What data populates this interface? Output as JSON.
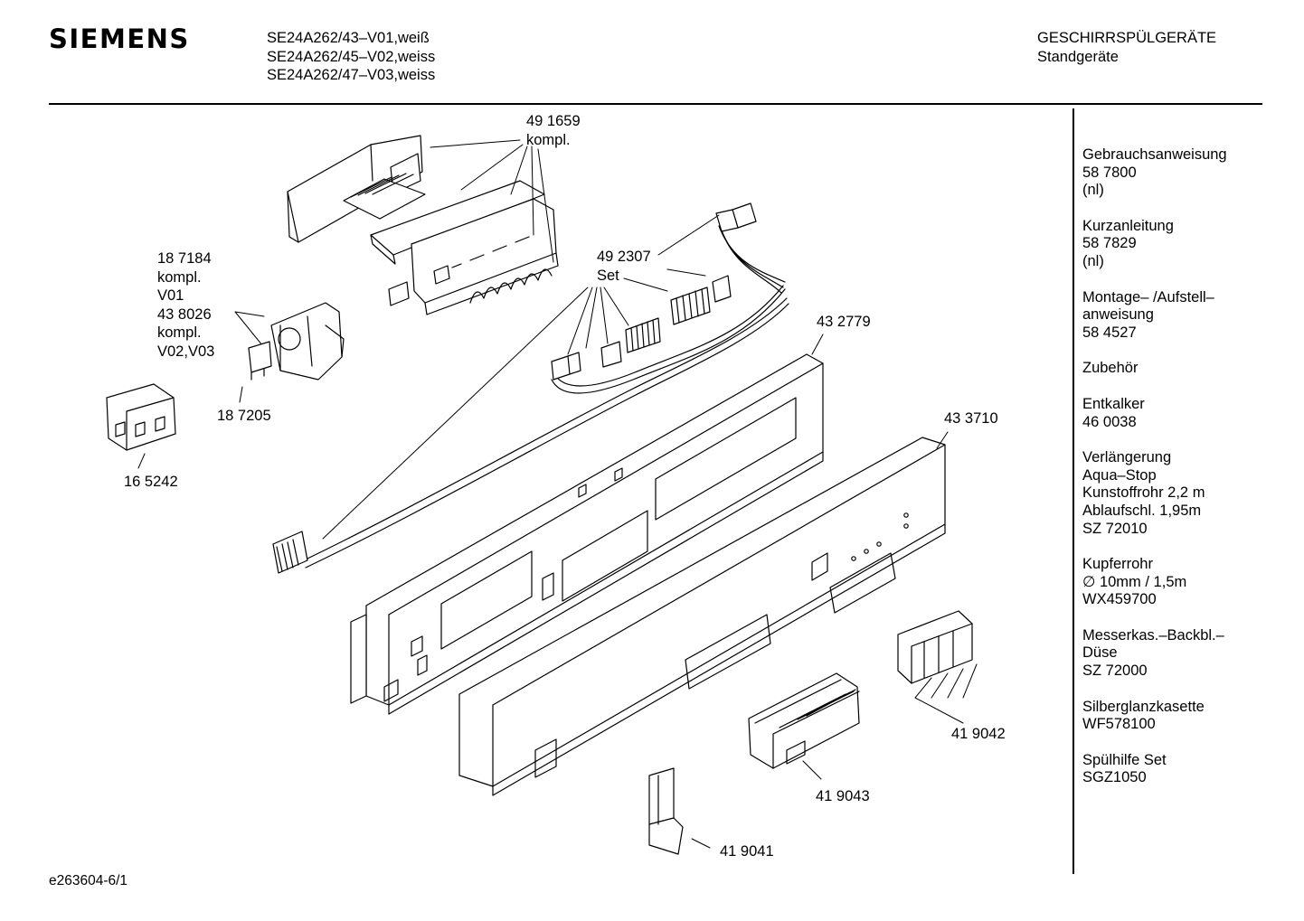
{
  "header": {
    "brand": "SIEMENS",
    "models": [
      "SE24A262/43–V01,weiß",
      "SE24A262/45–V02,weiss",
      "SE24A262/47–V03,weiss"
    ],
    "category_title": "GESCHIRRSPÜLGERÄTE",
    "category_subtitle": "Standgeräte"
  },
  "parts": {
    "p491659": [
      "49 1659",
      "kompl."
    ],
    "p492307": [
      "49 2307",
      "Set"
    ],
    "p187184": [
      "18 7184",
      "kompl.",
      "V01",
      "43 8026",
      "kompl.",
      "V02,V03"
    ],
    "p187205": [
      "18 7205"
    ],
    "p165242": [
      "16 5242"
    ],
    "p432779": [
      "43 2779"
    ],
    "p433710": [
      "43 3710"
    ],
    "p419042": [
      "41 9042"
    ],
    "p419043": [
      "41 9043"
    ],
    "p419041": [
      "41 9041"
    ]
  },
  "sidebar": [
    [
      "Gebrauchsanweisung",
      "58 7800",
      "(nl)"
    ],
    [
      "Kurzanleitung",
      "58 7829",
      "(nl)"
    ],
    [
      "Montage– /Aufstell–",
      "anweisung",
      "58 4527"
    ],
    [
      "Zubehör"
    ],
    [
      "Entkalker",
      "46 0038"
    ],
    [
      "Verlängerung",
      "Aqua–Stop",
      "Kunstoffrohr 2,2 m",
      "Ablaufschl. 1,95m",
      "SZ 72010"
    ],
    [
      "Kupferrohr",
      "∅ 10mm / 1,5m",
      "WX459700"
    ],
    [
      "Messerkas.–Backbl.–",
      "Düse",
      "SZ 72000"
    ],
    [
      "Silberglanzkasette",
      "WF578100"
    ],
    [
      "Spülhilfe Set",
      "SGZ1050"
    ]
  ],
  "footer": {
    "drawing_id": "e263604-6/1"
  }
}
